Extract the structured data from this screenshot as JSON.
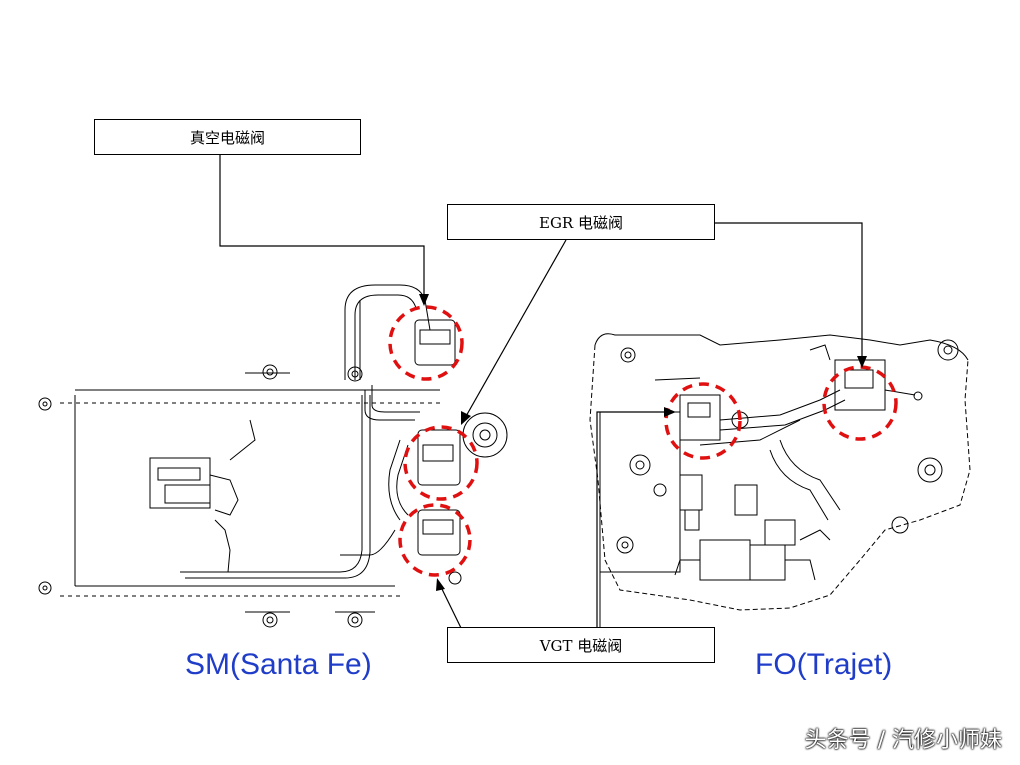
{
  "labels": {
    "vacuum_solenoid": "真空电磁阀",
    "egr_solenoid": "EGR 电磁阀",
    "vgt_solenoid": "VGT 电磁阀"
  },
  "captions": {
    "left_model": "SM(Santa Fe)",
    "right_model": "FO(Trajet)"
  },
  "watermark": "头条号 / 汽修小师妹",
  "colors": {
    "caption": "#1f3dc8",
    "highlight_circle": "#e01010",
    "line": "#000000"
  }
}
